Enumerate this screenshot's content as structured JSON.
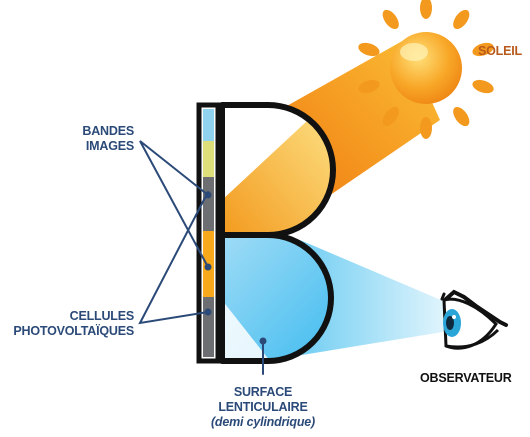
{
  "labels": {
    "sun": "SOLEIL",
    "bands_line1": "BANDES",
    "bands_line2": "IMAGES",
    "cells_line1": "CELLULES",
    "cells_line2": "PHOTOVOLTAÏQUES",
    "surface_line1": "SURFACE",
    "surface_line2": "LENTICULAIRE",
    "surface_line3": "(demi cylindrique)",
    "observer": "OBSERVATEUR"
  },
  "colors": {
    "label_blue": "#2b4a78",
    "sun_label": "#b85a1c",
    "observer_label": "#111111",
    "outline": "#111111",
    "sun_orange": "#f39a1e",
    "sun_yellow": "#fcd34d",
    "lens_blue": "#4fc3ef",
    "band_yellow": "#dde07a",
    "band_blue": "#8fd3ee",
    "band_orange": "#f7a81b",
    "cell_grey": "#6d6e71"
  },
  "icons": {
    "sun": "sun-icon",
    "eye": "eye-icon"
  }
}
